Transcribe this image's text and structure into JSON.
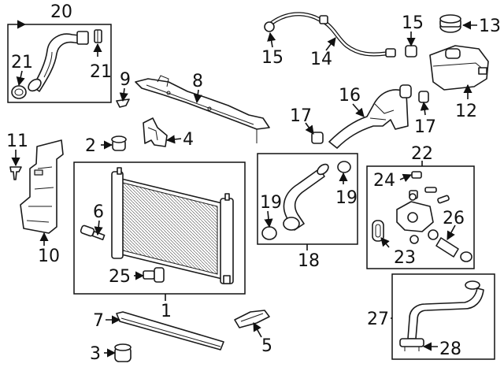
{
  "callouts": {
    "c1": "1",
    "c2": "2",
    "c3": "3",
    "c4": "4",
    "c5": "5",
    "c6": "6",
    "c7": "7",
    "c8": "8",
    "c9": "9",
    "c10": "10",
    "c11": "11",
    "c12": "12",
    "c13": "13",
    "c14": "14",
    "c15a": "15",
    "c15b": "15",
    "c16": "16",
    "c17a": "17",
    "c17b": "17",
    "c18": "18",
    "c19a": "19",
    "c19b": "19",
    "c20": "20",
    "c21a": "21",
    "c21b": "21",
    "c22": "22",
    "c23": "23",
    "c24": "24",
    "c25": "25",
    "c26": "26",
    "c27": "27",
    "c28": "28"
  }
}
